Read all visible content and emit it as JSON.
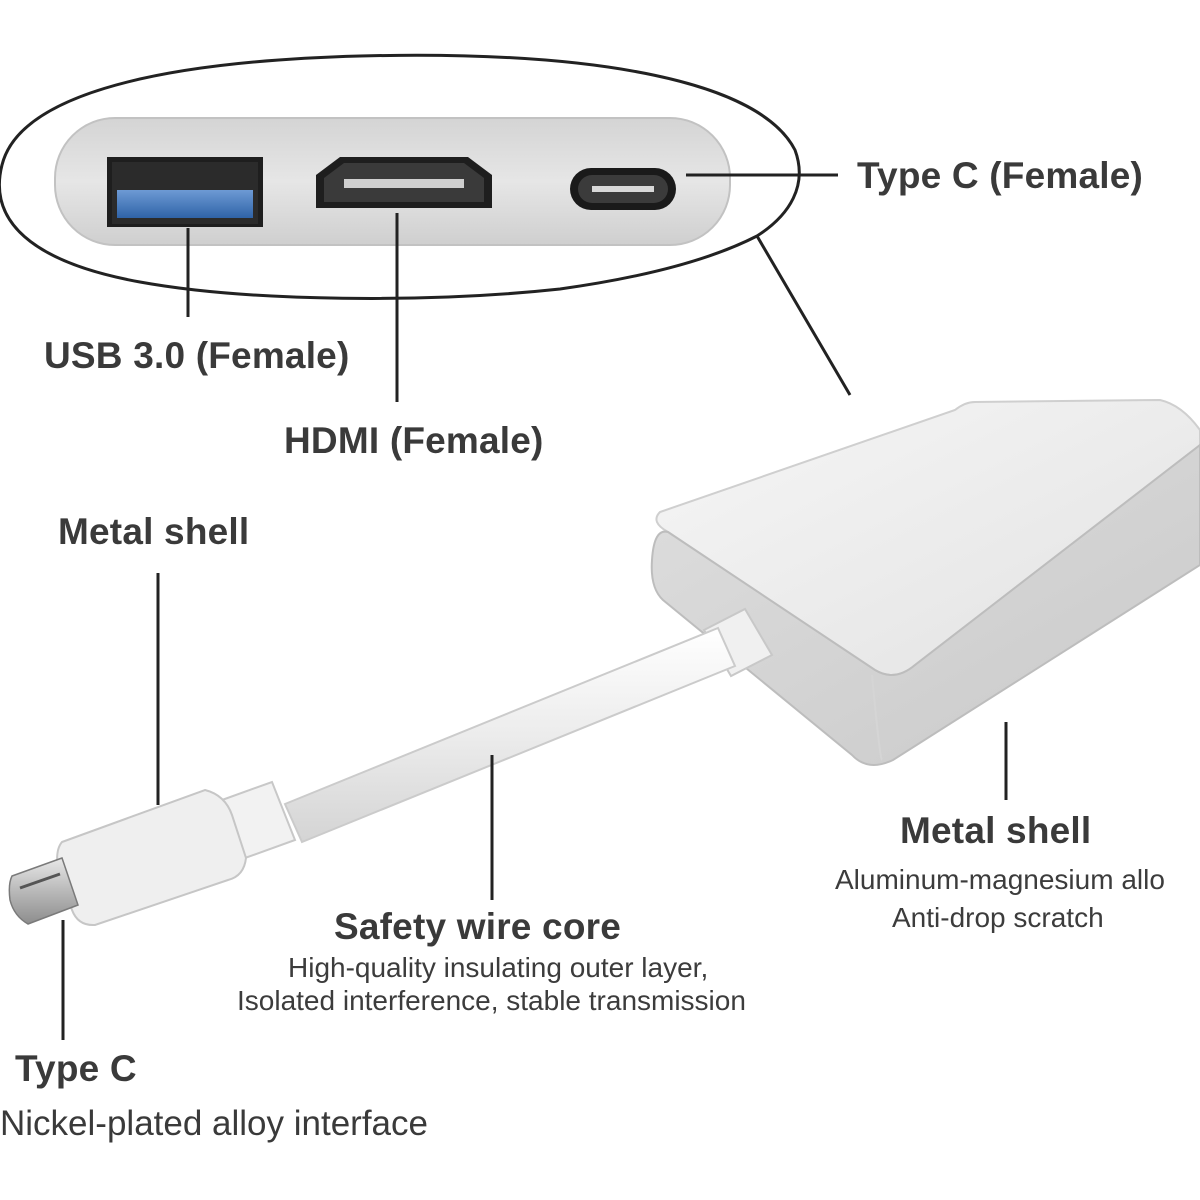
{
  "labels": {
    "type_c_female": "Type C (Female)",
    "usb_female": "USB 3.0 (Female)",
    "hdmi_female": "HDMI (Female)",
    "metal_shell_left": "Metal shell",
    "metal_shell_right": "Metal shell",
    "metal_shell_right_desc_1": "Aluminum-magnesium allo",
    "metal_shell_right_desc_2": "Anti-drop scratch",
    "safety_wire_core": "Safety wire core",
    "safety_wire_desc_1": "High-quality insulating outer layer,",
    "safety_wire_desc_2": "Isolated interference, stable transmission",
    "type_c": "Type C",
    "type_c_desc": "Nickel-plated alloy interface"
  },
  "colors": {
    "background": "#ffffff",
    "line": "#222222",
    "shell_silver": "#e4e4e4",
    "usb_blue": "#3a6fb3",
    "port_dark": "#2a2a2a",
    "text": "#3a3a3a"
  }
}
